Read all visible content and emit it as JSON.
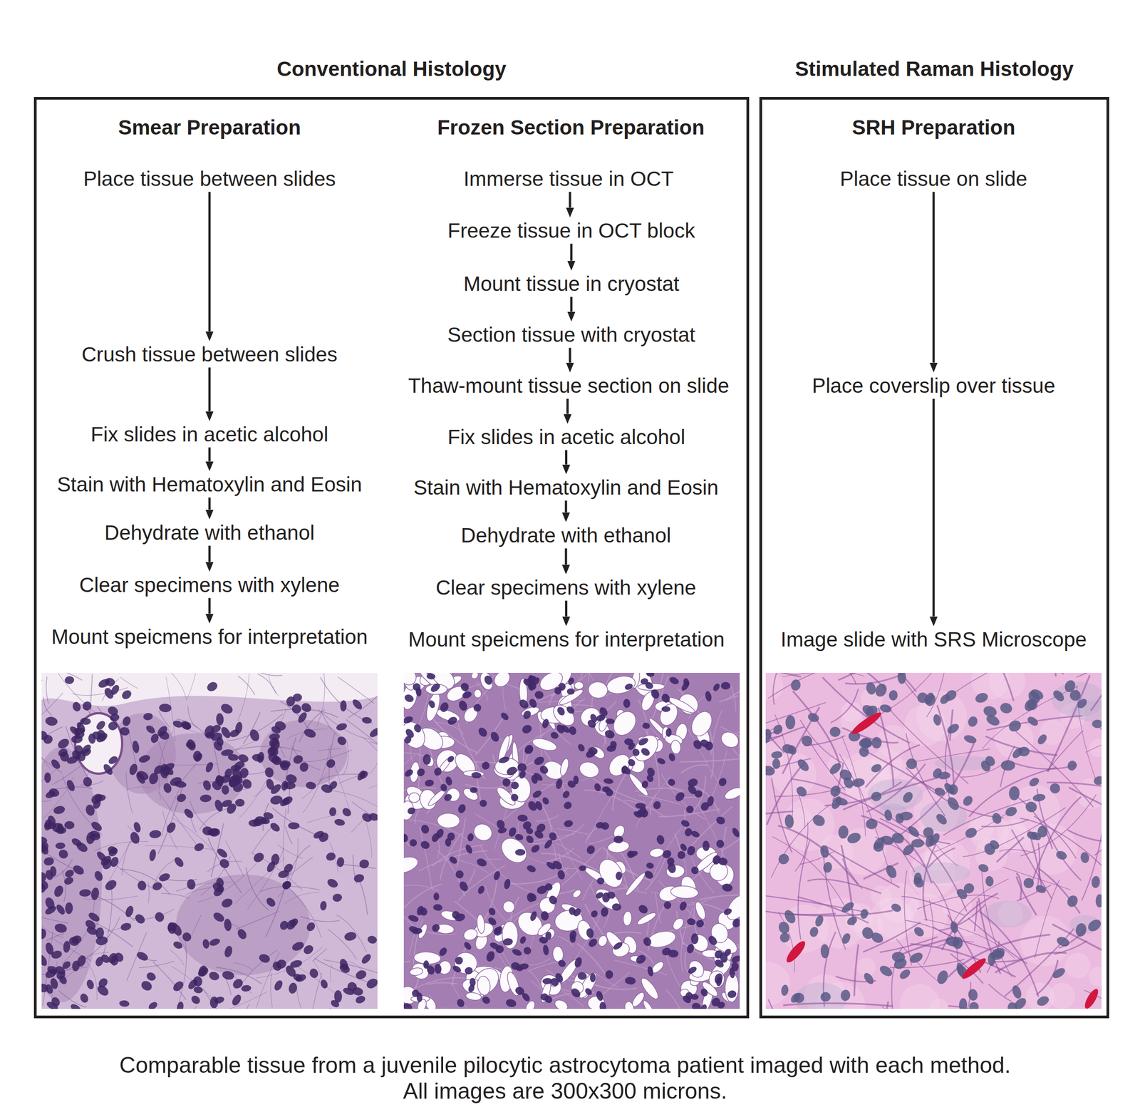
{
  "diagram": {
    "caption": "Comparable tissue from a juvenile pilocytic astrocytoma patient imaged with each method. All images are 300x300 microns.",
    "nodes": [
      {
        "text": [
          "Conventional Histology"
        ]
      },
      {
        "text": [
          "Place tissue between slides"
        ],
        "in": 0
      },
      {
        "text": [
          "Crush tissue between slides"
        ],
        "in": 0
      },
      {
        "text": [
          "Fix slides in acetic alcohol"
        ],
        "in": 0
      },
      {
        "text": [
          "Stain with Hematoxylin and Eosin"
        ],
        "in": 0
      },
      {
        "text": [
          "Dehydrate with ethanol"
        ],
        "in": 0
      },
      {
        "text": [
          "Clear specimens with xylene"
        ],
        "in": 0
      },
      {
        "text": [
          "Mount speicmens for interpretation"
        ],
        "in": 0
      },
      {
        "text": [
          "Immerse tissue in OCT"
        ],
        "in": 0
      },
      {
        "text": [
          "Freeze tissue in OCT block"
        ],
        "in": 0
      },
      {
        "text": [
          "Mount tissue in cryostat"
        ],
        "in": 0
      },
      {
        "text": [
          "Section tissue with cryostat"
        ],
        "in": 0
      },
      {
        "text": [
          "Thaw-mount tissue section on slide"
        ],
        "in": 0
      },
      {
        "text": [
          "Fix slides in acetic alcohol"
        ],
        "in": 0
      },
      {
        "text": [
          "Stain with Hematoxylin and Eosin"
        ],
        "in": 0
      },
      {
        "text": [
          "Dehydrate with ethanol"
        ],
        "in": 0
      },
      {
        "text": [
          "Clear specimens with xylene"
        ],
        "in": 0
      },
      {
        "text": [
          "Mount speicmens for interpretation"
        ],
        "in": 0
      },
      {
        "text": [
          "Stimulated Raman Histology"
        ]
      },
      {
        "text": [
          "Place tissue on slide"
        ],
        "in": 18
      },
      {
        "text": [
          "Place coverslip over tissue"
        ],
        "in": 18
      },
      {
        "text": [
          "Image slide with SRS Microscope"
        ],
        "in": 18
      }
    ],
    "edges": [
      {
        "from": 1,
        "to": 2,
        "arrow": "to"
      },
      {
        "from": 2,
        "to": 3,
        "arrow": "to"
      },
      {
        "from": 3,
        "to": 4,
        "arrow": "to"
      },
      {
        "from": 4,
        "to": 5,
        "arrow": "to"
      },
      {
        "from": 5,
        "to": 6,
        "arrow": "to"
      },
      {
        "from": 6,
        "to": 7,
        "arrow": "to"
      },
      {
        "from": 8,
        "to": 9,
        "arrow": "to"
      },
      {
        "from": 9,
        "to": 10,
        "arrow": "to"
      },
      {
        "from": 10,
        "to": 11,
        "arrow": "to"
      },
      {
        "from": 11,
        "to": 12,
        "arrow": "to"
      },
      {
        "from": 12,
        "to": 13,
        "arrow": "to"
      },
      {
        "from": 13,
        "to": 14,
        "arrow": "to"
      },
      {
        "from": 14,
        "to": 15,
        "arrow": "to"
      },
      {
        "from": 15,
        "to": 16,
        "arrow": "to"
      },
      {
        "from": 16,
        "to": 17,
        "arrow": "to"
      },
      {
        "from": 19,
        "to": 20,
        "arrow": "to"
      },
      {
        "from": 20,
        "to": 21,
        "arrow": "to"
      }
    ],
    "labels": [
      "Smear Preparation",
      "Frozen Section Preparation",
      "SRH Preparation"
    ]
  }
}
